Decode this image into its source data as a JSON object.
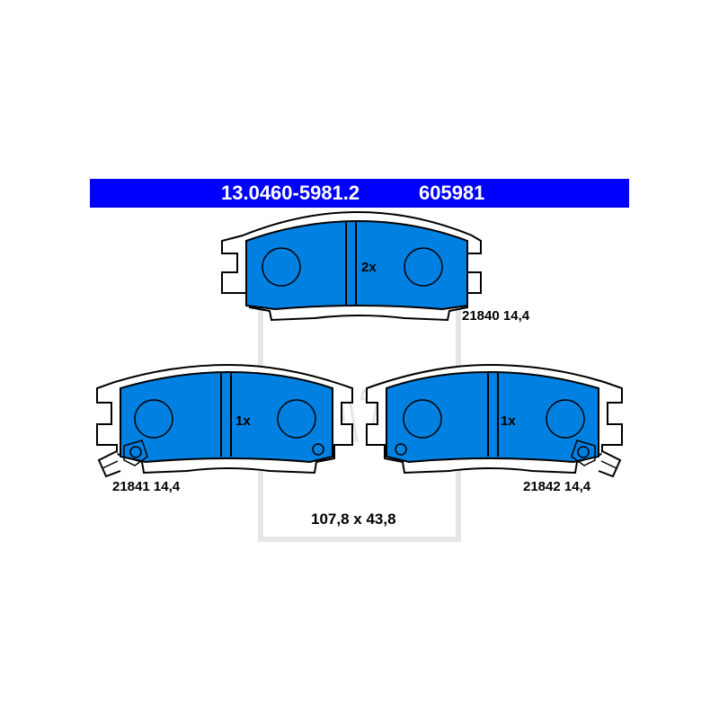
{
  "header": {
    "part_number": "13.0460-5981.2",
    "reference": "605981",
    "background_color": "#0000ff",
    "text_color": "#ffffff"
  },
  "pads": [
    {
      "id": "top-pad",
      "quantity": "2x",
      "label": "21840 14,4",
      "sensor": false
    },
    {
      "id": "left-pad",
      "quantity": "1x",
      "label": "21841 14,4",
      "sensor": true
    },
    {
      "id": "right-pad",
      "quantity": "1x",
      "label": "21842 14,4",
      "sensor": true
    }
  ],
  "dimensions": "107,8 x 43,8",
  "colors": {
    "friction_material": "#0080e0",
    "outline": "#000000"
  },
  "watermark": "ATE"
}
